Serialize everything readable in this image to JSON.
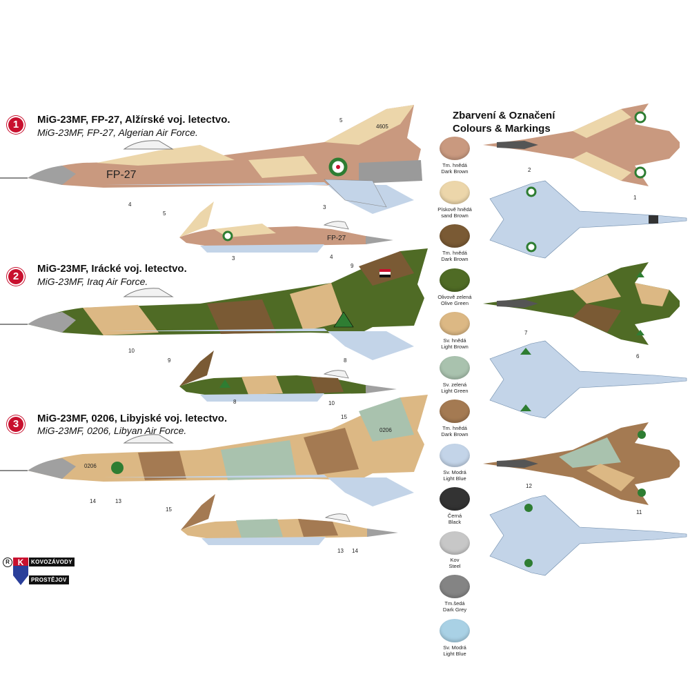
{
  "sections": [
    {
      "number": "1",
      "title_cz": "MiG-23MF, FP-27, Alžírské voj. letectvo.",
      "title_en": "MiG-23MF, FP-27, Algerian Air Force.",
      "serial": "FP-27",
      "tail_number": "4605"
    },
    {
      "number": "2",
      "title_cz": "MiG-23MF,  Irácké voj. letectvo.",
      "title_en": "MiG-23MF,  Iraq Air Force."
    },
    {
      "number": "3",
      "title_cz": "MiG-23MF, 0206, Libyjské voj. letectvo.",
      "title_en": "MiG-23MF, 0206, Libyan Air Force.",
      "serial": "0206",
      "tail_number": "0206"
    }
  ],
  "palette_title_cz": "Zbarvení & Označení",
  "palette_title_en": "Colours & Markings",
  "swatches": [
    {
      "cz": "Tm. hnědá",
      "en": "Dark Brown",
      "color": "#c9997f"
    },
    {
      "cz": "Pískově hnědá",
      "en": "sand Brown",
      "color": "#ecd6aa"
    },
    {
      "cz": "Tm. hnědá",
      "en": "Dark Brown",
      "color": "#7a5a34"
    },
    {
      "cz": "Olivově zelená",
      "en": "Olive Green",
      "color": "#4f6b25"
    },
    {
      "cz": "Sv. hnědá",
      "en": "Light Brown",
      "color": "#dcb884"
    },
    {
      "cz": "Sv. zelená",
      "en": "Light Green",
      "color": "#a9c2ae"
    },
    {
      "cz": "Tm. hnědá",
      "en": "Dark Brown",
      "color": "#a47a52"
    },
    {
      "cz": "Sv. Modrá",
      "en": "Light Blue",
      "color": "#c3d4e8"
    },
    {
      "cz": "Černá",
      "en": "Black",
      "color": "#333333"
    },
    {
      "cz": "Kov",
      "en": "Steel",
      "color": "#c7c7c7"
    },
    {
      "cz": "Tm.šedá",
      "en": "Dark Grey",
      "color": "#848484"
    },
    {
      "cz": "Sv. Modrá",
      "en": "Light Blue",
      "color": "#a9d1e5"
    }
  ],
  "callouts": [
    "1",
    "2",
    "3",
    "4",
    "5",
    "6",
    "7",
    "8",
    "9",
    "10",
    "11",
    "12",
    "13",
    "14",
    "15"
  ],
  "logo": {
    "registered": "R",
    "brand_top": "KOVOZÁVODY",
    "brand_bottom": "PROSTĚJOV"
  }
}
